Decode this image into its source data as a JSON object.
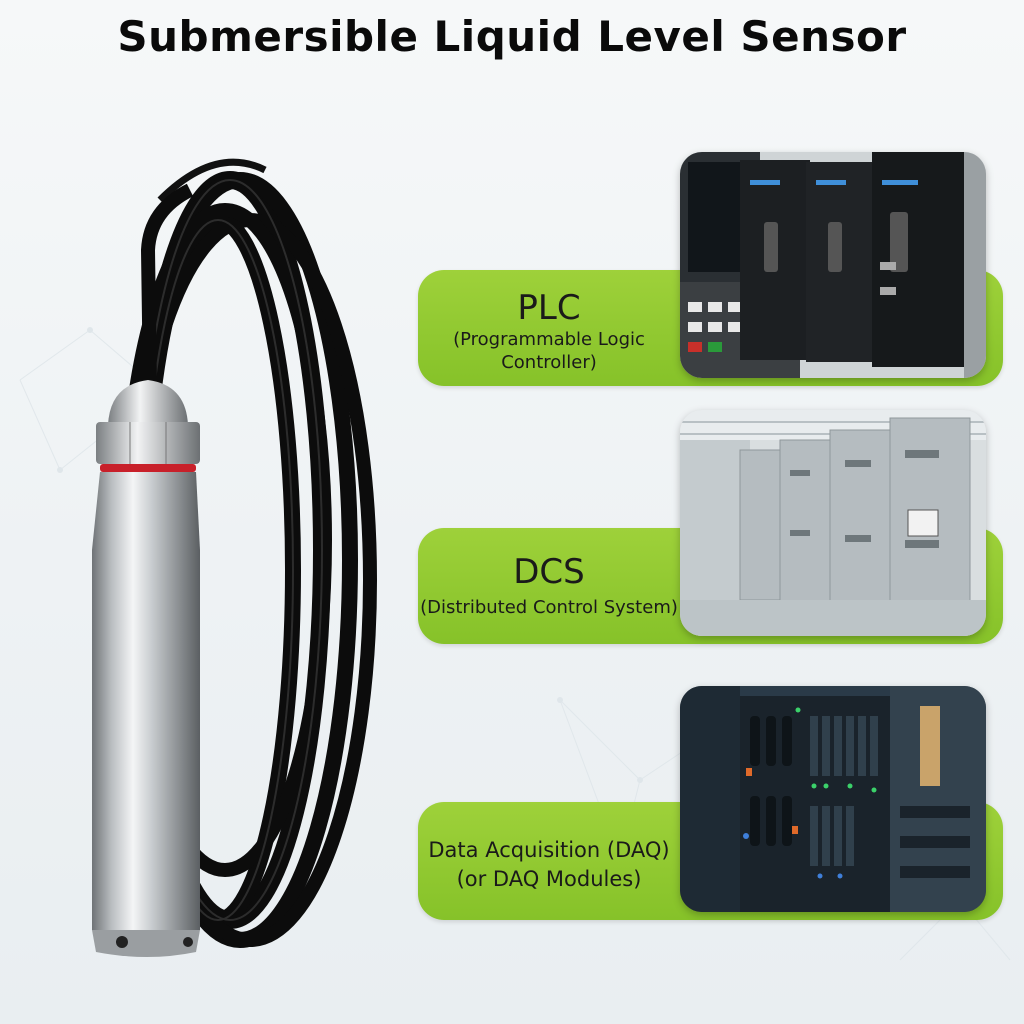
{
  "title": "Submersible Liquid Level Sensor",
  "cards": [
    {
      "heading": "PLC",
      "subtitle_line1": "(Programmable Logic",
      "subtitle_line2": "Controller)"
    },
    {
      "heading": "DCS",
      "subtitle_line1": "(Distributed Control System)"
    },
    {
      "line1": "Data Acquisition (DAQ)",
      "line2": "(or DAQ Modules)"
    }
  ],
  "colors": {
    "accent_green": "#95cb33",
    "title_text": "#0a0a0a"
  }
}
